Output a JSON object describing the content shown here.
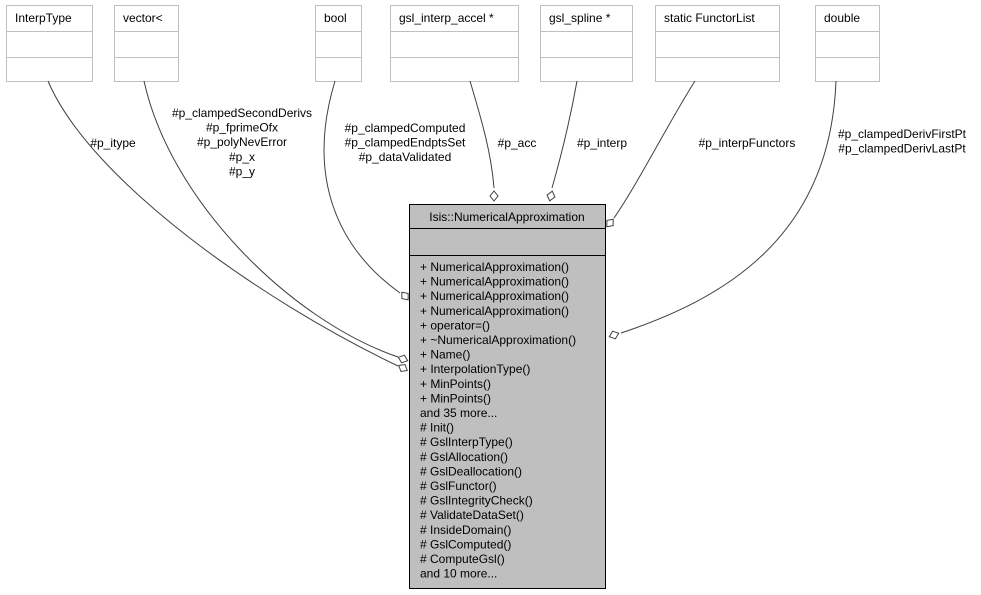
{
  "types": [
    {
      "id": "interptype",
      "label": "InterpType"
    },
    {
      "id": "vector",
      "label": "vector<"
    },
    {
      "id": "bool",
      "label": "bool"
    },
    {
      "id": "accel",
      "label": "gsl_interp_accel *"
    },
    {
      "id": "spline",
      "label": "gsl_spline *"
    },
    {
      "id": "functorlist",
      "label": "static FunctorList"
    },
    {
      "id": "double",
      "label": "double"
    }
  ],
  "main_class": {
    "title": "Isis::NumericalApproximation",
    "public_methods": [
      "+ NumericalApproximation()",
      "+ NumericalApproximation()",
      "+ NumericalApproximation()",
      "+ NumericalApproximation()",
      "+ operator=()",
      "+ ~NumericalApproximation()",
      "+ Name()",
      "+ InterpolationType()",
      "+ MinPoints()",
      "+ MinPoints()",
      "and 35 more..."
    ],
    "protected_methods": [
      "# Init()",
      "# GslInterpType()",
      "# GslAllocation()",
      "# GslDeallocation()",
      "# GslFunctor()",
      "# GslIntegrityCheck()",
      "# ValidateDataSet()",
      "# InsideDomain()",
      "# GslComputed()",
      "# ComputeGsl()",
      "and 10 more..."
    ]
  },
  "edge_labels": {
    "interptype": [
      "#p_itype"
    ],
    "vector": [
      "#p_clampedSecondDerivs",
      "#p_fprimeOfx",
      "#p_polyNevError",
      "#p_x",
      "#p_y"
    ],
    "bool": [
      "#p_clampedComputed",
      "#p_clampedEndptsSet",
      "#p_dataValidated"
    ],
    "accel": [
      "#p_acc"
    ],
    "spline": [
      "#p_interp"
    ],
    "functorlist": [
      "#p_interpFunctors"
    ],
    "double": [
      "#p_clampedDerivFirstPt",
      "#p_clampedDerivLastPt"
    ]
  }
}
